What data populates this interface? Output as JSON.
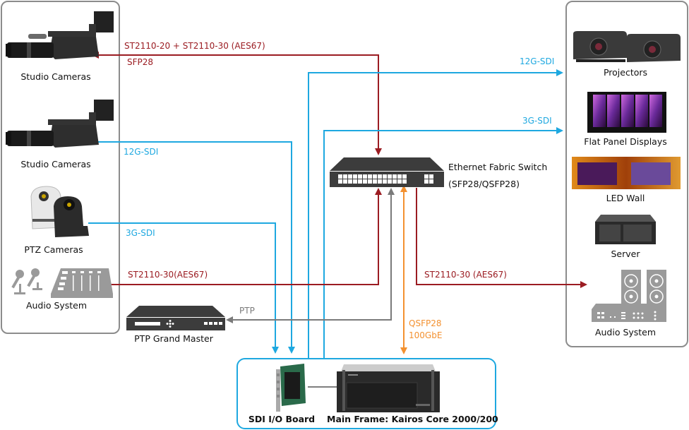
{
  "colors": {
    "red": "#9b1c22",
    "blue": "#1ea8e0",
    "gray": "#7a7a7a",
    "orange": "#f39130",
    "box_border": "#8c8c8c",
    "device_dark": "#3c3c3c",
    "device_gray": "#9a9a9a"
  },
  "sources": {
    "items": [
      {
        "label": "Studio Cameras",
        "icon": "studio-camera-icon"
      },
      {
        "label": "Studio Cameras",
        "icon": "studio-camera-icon"
      },
      {
        "label": "PTZ Cameras",
        "icon": "ptz-camera-icon"
      },
      {
        "label": "Audio System",
        "icon": "audio-mixer-icon"
      }
    ]
  },
  "outputs": {
    "items": [
      {
        "label": "Projectors",
        "icon": "projector-icon"
      },
      {
        "label": "Flat Panel Displays",
        "icon": "flat-panel-icon"
      },
      {
        "label": "LED Wall",
        "icon": "led-wall-icon"
      },
      {
        "label": "Server",
        "icon": "server-icon"
      },
      {
        "label": "Audio System",
        "icon": "speaker-icon"
      }
    ]
  },
  "switch": {
    "label_line1": "Ethernet Fabric Switch",
    "label_line2": "(SFP28/QSFP28)"
  },
  "ptp": {
    "label": "PTP Grand Master"
  },
  "mainframe": {
    "sdi_board_label": "SDI I/O Board",
    "frame_label": "Main Frame: Kairos Core 2000/200"
  },
  "connections": {
    "cam1_ip_line1": "ST2110-20 + ST2110-30 (AES67)",
    "cam1_ip_line2": "SFP28",
    "cam2_sdi": "12G-SDI",
    "ptz_sdi": "3G-SDI",
    "audio_in": "ST2110-30(AES67)",
    "out_12g": "12G-SDI",
    "out_3g": "3G-SDI",
    "audio_out": "ST2110-30 (AES67)",
    "ptp": "PTP",
    "qsfp_line1": "QSFP28",
    "qsfp_line2": "100GbE"
  }
}
